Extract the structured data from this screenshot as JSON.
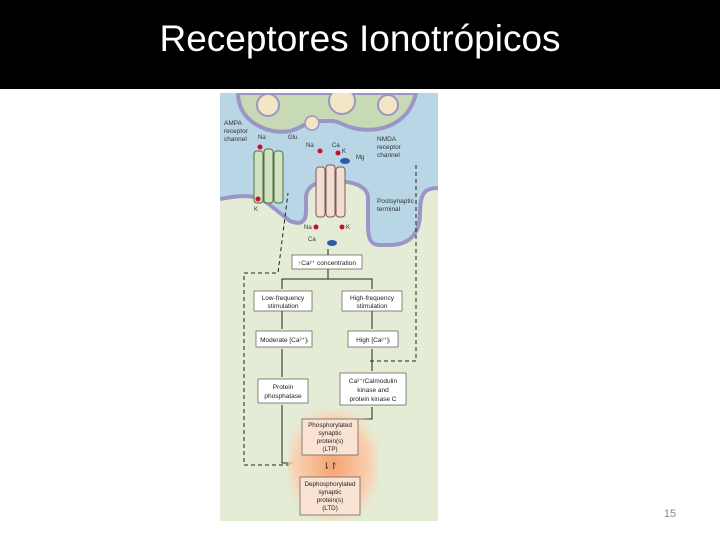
{
  "slide": {
    "title": "Receptores Ionotrópicos",
    "page_number": "15"
  },
  "colors": {
    "title_bar": "#000000",
    "synapse_cytoplasm": "#e4ecd6",
    "extracellular": "#b9d6e6",
    "membrane": "#9b96c6",
    "ltp_glow": "#f4b184"
  },
  "figure": {
    "labels": {
      "ampa": [
        "AMPA",
        "receptor",
        "channel"
      ],
      "nmda": [
        "NMDA",
        "receptor",
        "channel"
      ],
      "postsynaptic": [
        "Postsynaptic",
        "terminal"
      ],
      "glu": "Glu",
      "na1": "Na",
      "ca1": "Ca",
      "k1": "K",
      "mg": "Mg",
      "k_ampa": "K",
      "na2": "Na",
      "ca2": "Ca",
      "k2": "K"
    },
    "boxes": {
      "ca_concentration": "↑Ca²⁺ concentration",
      "low_freq": [
        "Low-frequency",
        "stimulation"
      ],
      "high_freq": [
        "High-frequency",
        "stimulation"
      ],
      "moderate": "Moderate [Ca²⁺]ᵢ",
      "high_ca": "High [Ca²⁺]ᵢ",
      "phosphatase": [
        "Protein",
        "phosphatase"
      ],
      "kinase": [
        "Ca²⁺/Calmodulin",
        "kinase and",
        "protein kinase C"
      ],
      "phosphorylated": [
        "Phosphorylated",
        "synaptic",
        "protein(s)",
        "(LTP)"
      ],
      "dephosphorylated": [
        "Dephosphorylated",
        "synaptic",
        "protein(s)",
        "(LTD)"
      ]
    },
    "arrows_glyph": "⇂↾"
  }
}
